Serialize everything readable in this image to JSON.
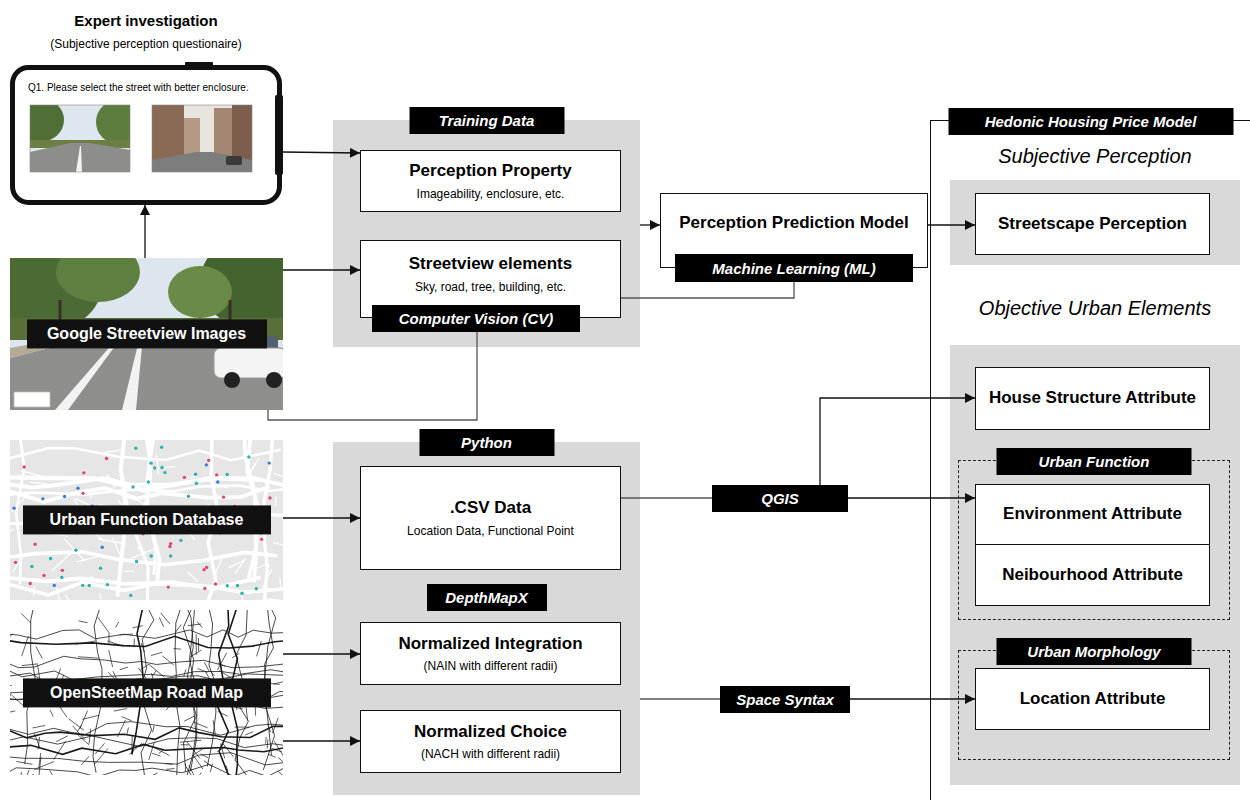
{
  "diagram": {
    "nodes": [
      {
        "text": [
          "Expert investigation",
          "(Subjective perception questionaire)",
          "Q1. Please select the street with better enclosure."
        ]
      },
      {
        "text": [
          "Google Streetview Images"
        ]
      },
      {
        "text": [
          "Training Data"
        ]
      },
      {
        "text": [
          "Perception Property",
          "Imageability, enclosure, etc."
        ],
        "in": 2
      },
      {
        "text": [
          "Streetview elements",
          "Sky, road, tree, building, etc."
        ],
        "in": 2
      },
      {
        "text": [
          "Computer Vision (CV)"
        ],
        "in": 2
      },
      {
        "text": [
          "Perception Prediction Model"
        ]
      },
      {
        "text": [
          "Machine Learning (ML)"
        ],
        "in": 6
      },
      {
        "text": [
          "Urban Function Database"
        ]
      },
      {
        "text": [
          "Python"
        ]
      },
      {
        "text": [
          ".CSV Data",
          "Location Data, Functional Point"
        ],
        "in": 9
      },
      {
        "text": [
          "QGIS"
        ]
      },
      {
        "text": [
          "OpenSteetMap Road Map"
        ]
      },
      {
        "text": [
          "DepthMapX"
        ]
      },
      {
        "text": [
          "Normalized Integration",
          "(NAIN with different radii)"
        ],
        "in": 13
      },
      {
        "text": [
          "Normalized Choice",
          "(NACH with different radii)"
        ],
        "in": 13
      },
      {
        "text": [
          "Space Syntax"
        ]
      },
      {
        "text": [
          "Hedonic Housing Price Model"
        ]
      },
      {
        "text": [
          "Subjective Perception"
        ],
        "in": 17
      },
      {
        "text": [
          "Streetscape Perception"
        ],
        "in": 18
      },
      {
        "text": [
          "Objective Urban Elements"
        ],
        "in": 17
      },
      {
        "text": [
          "House Structure Attribute"
        ],
        "in": 20
      },
      {
        "text": [
          "Urban Function"
        ],
        "in": 20
      },
      {
        "text": [
          "Environment Attribute"
        ],
        "in": 22
      },
      {
        "text": [
          "Neibourhood Attribute"
        ],
        "in": 22
      },
      {
        "text": [
          "Urban Morphology"
        ],
        "in": 20
      },
      {
        "text": [
          "Location Attribute"
        ],
        "in": 25
      }
    ],
    "edges": [
      {
        "from": 1,
        "to": 0,
        "arrow": "to"
      },
      {
        "from": 0,
        "to": 3,
        "arrow": "to"
      },
      {
        "from": 1,
        "to": 4,
        "arrow": "to"
      },
      {
        "from": 1,
        "to": 5,
        "arrow": "none"
      },
      {
        "from": 4,
        "to": 7,
        "arrow": "none"
      },
      {
        "from": 2,
        "to": 6,
        "arrow": "to"
      },
      {
        "from": 6,
        "to": 19,
        "arrow": "to"
      },
      {
        "from": 8,
        "to": 10,
        "arrow": "to"
      },
      {
        "from": 10,
        "to": 11,
        "arrow": "none"
      },
      {
        "from": 11,
        "to": 21,
        "arrow": "to"
      },
      {
        "from": 11,
        "to": 23,
        "arrow": "to"
      },
      {
        "from": 12,
        "to": 14,
        "arrow": "to"
      },
      {
        "from": 12,
        "to": 15,
        "arrow": "to"
      },
      {
        "from": 13,
        "to": 16,
        "arrow": "none"
      },
      {
        "from": 16,
        "to": 26,
        "arrow": "to"
      }
    ]
  }
}
